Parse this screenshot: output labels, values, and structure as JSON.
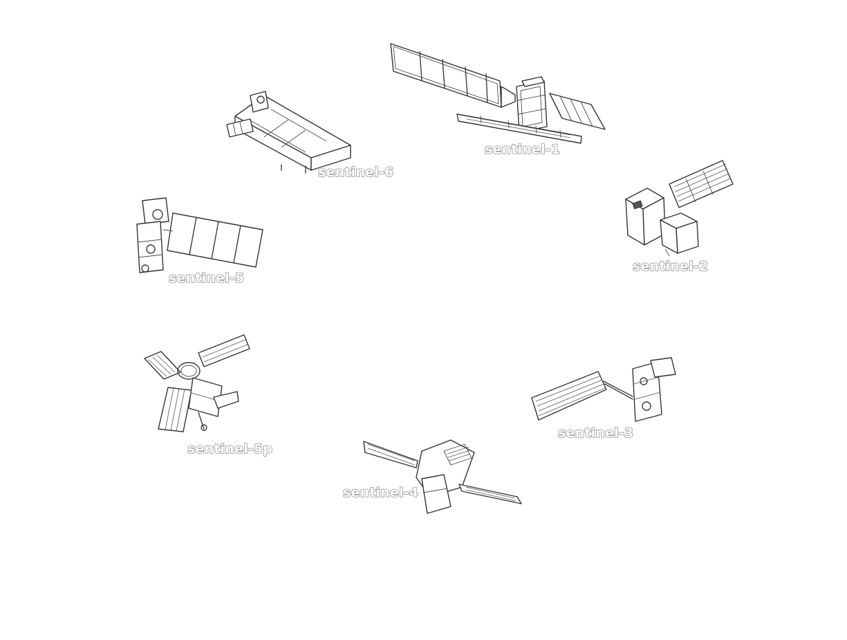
{
  "satellites": [
    {
      "id": "s1",
      "label": "sentinel-1"
    },
    {
      "id": "s2",
      "label": "sentinel-2"
    },
    {
      "id": "s3",
      "label": "sentinel-3"
    },
    {
      "id": "s4",
      "label": "sentinel-4"
    },
    {
      "id": "s5p",
      "label": "sentinel-5p"
    },
    {
      "id": "s5",
      "label": "sentinel-5"
    },
    {
      "id": "s6",
      "label": "sentinel-6"
    }
  ]
}
